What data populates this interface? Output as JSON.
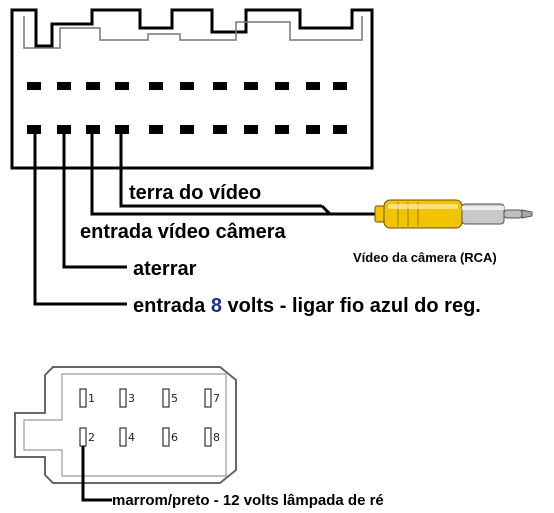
{
  "diagram": {
    "connector_a": {
      "wires": [
        {
          "id": "w1",
          "label": "terra do vídeo"
        },
        {
          "id": "w2",
          "label": "entrada vídeo câmera"
        },
        {
          "id": "w3",
          "label": "aterrar"
        },
        {
          "id": "w4_prefix",
          "label": "entrada "
        },
        {
          "id": "w4_num",
          "label": "8"
        },
        {
          "id": "w4_suffix",
          "label": " volts - ligar fio azul do reg."
        }
      ],
      "rca_label": "Vídeo da câmera (RCA)"
    },
    "connector_b": {
      "pins": [
        "1",
        "2",
        "3",
        "4",
        "5",
        "6",
        "7",
        "8"
      ],
      "wire_label": "marrom/preto - 12 volts lâmpada de ré"
    },
    "colors": {
      "line": "#000000",
      "rca_body": "#f2c300",
      "rca_tip": "#c9c9c9",
      "outline": "#555555",
      "accent_num": "#1a2f8a"
    }
  }
}
